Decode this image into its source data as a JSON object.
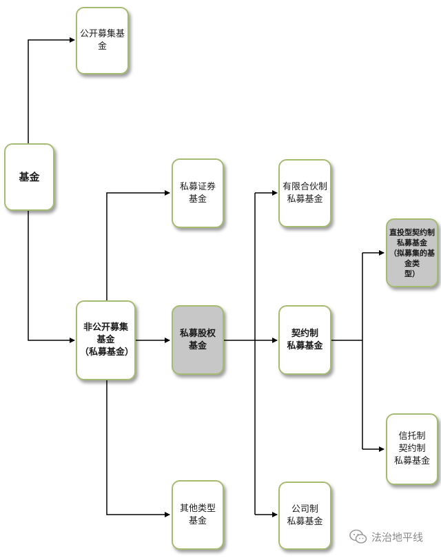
{
  "nodes": {
    "fund": "基金",
    "public_fund": "公开募集基金",
    "private_fund_l1": "非公开募集基金",
    "private_fund_l2": "（私募基金）",
    "private_securities": "私募证券基金",
    "private_equity": "私募股权基金",
    "other_types": "其他类型基金",
    "lp_l1": "有限合伙制",
    "lp_l2": "私募基金",
    "contract_l1": "契约制",
    "contract_l2": "私募基金",
    "company_l1": "公司制",
    "company_l2": "私募基金",
    "direct_l1": "直投型契约制",
    "direct_l2": "私募基金",
    "direct_l3": "（拟募集的基金类",
    "direct_l4": "型）",
    "trust_l1": "信托制",
    "trust_l2": "契约制",
    "trust_l3": "私募基金"
  },
  "watermark": "法治地平线"
}
